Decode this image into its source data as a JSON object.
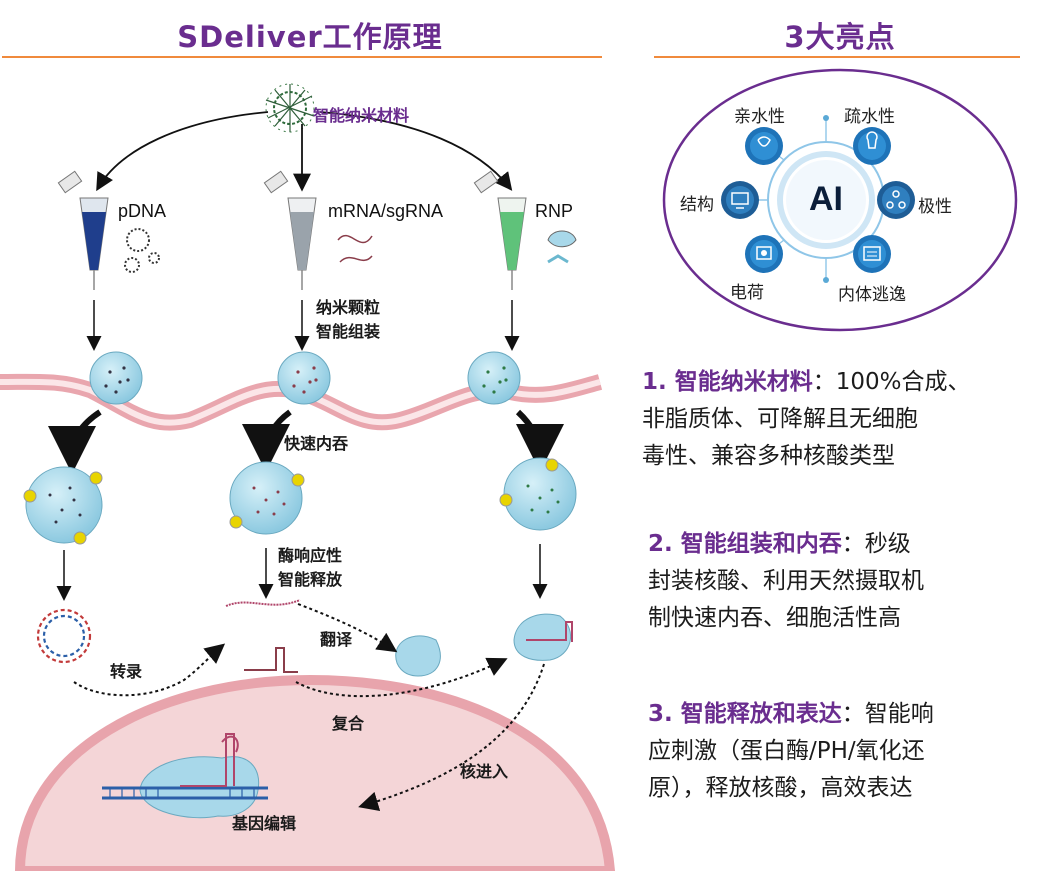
{
  "left": {
    "title": "SDeliver工作原理",
    "material": "智能纳米材料",
    "cargos": [
      "pDNA",
      "mRNA/sgRNA",
      "RNP"
    ],
    "steps": {
      "assembly": [
        "纳米颗粒",
        "智能组装"
      ],
      "endocytosis": "快速内吞",
      "release": [
        "酶响应性",
        "智能释放"
      ],
      "translation": "翻译",
      "transcription": "转录",
      "complex": "复合",
      "nuclear_entry": "核进入",
      "editing": "基因编辑"
    }
  },
  "right": {
    "title": "3大亮点",
    "ring_center": "AI",
    "ring_labels": {
      "hydrophilic": "亲水性",
      "hydrophobic": "疏水性",
      "structure": "结构",
      "polarity": "极性",
      "charge": "电荷",
      "escape": "内体逃逸"
    },
    "highlights": [
      {
        "head": "1. 智能纳米材料",
        "lines": [
          "：100%合成、",
          "非脂质体、可降解且无细胞",
          "毒性、兼容多种核酸类型"
        ]
      },
      {
        "head": "2.  智能组装和内吞",
        "lines": [
          "：秒级",
          "封装核酸、利用天然摄取机",
          "制快速内吞、细胞活性高"
        ]
      },
      {
        "head": "3. 智能释放和表达",
        "lines": [
          "：智能响",
          "应刺激（蛋白酶/PH/氧化还",
          "原），释放核酸，高效表达"
        ]
      }
    ]
  },
  "colors": {
    "title_purple": "#6a2d8f",
    "underline_orange": "#f08a3c",
    "membrane": "#e9a6ae",
    "nucleus": "#f4d5d7",
    "particle": "#a8d8ea",
    "tube_blue": "#1f3e8c",
    "tube_gray": "#9aa3ab",
    "tube_green": "#5fc27a"
  }
}
